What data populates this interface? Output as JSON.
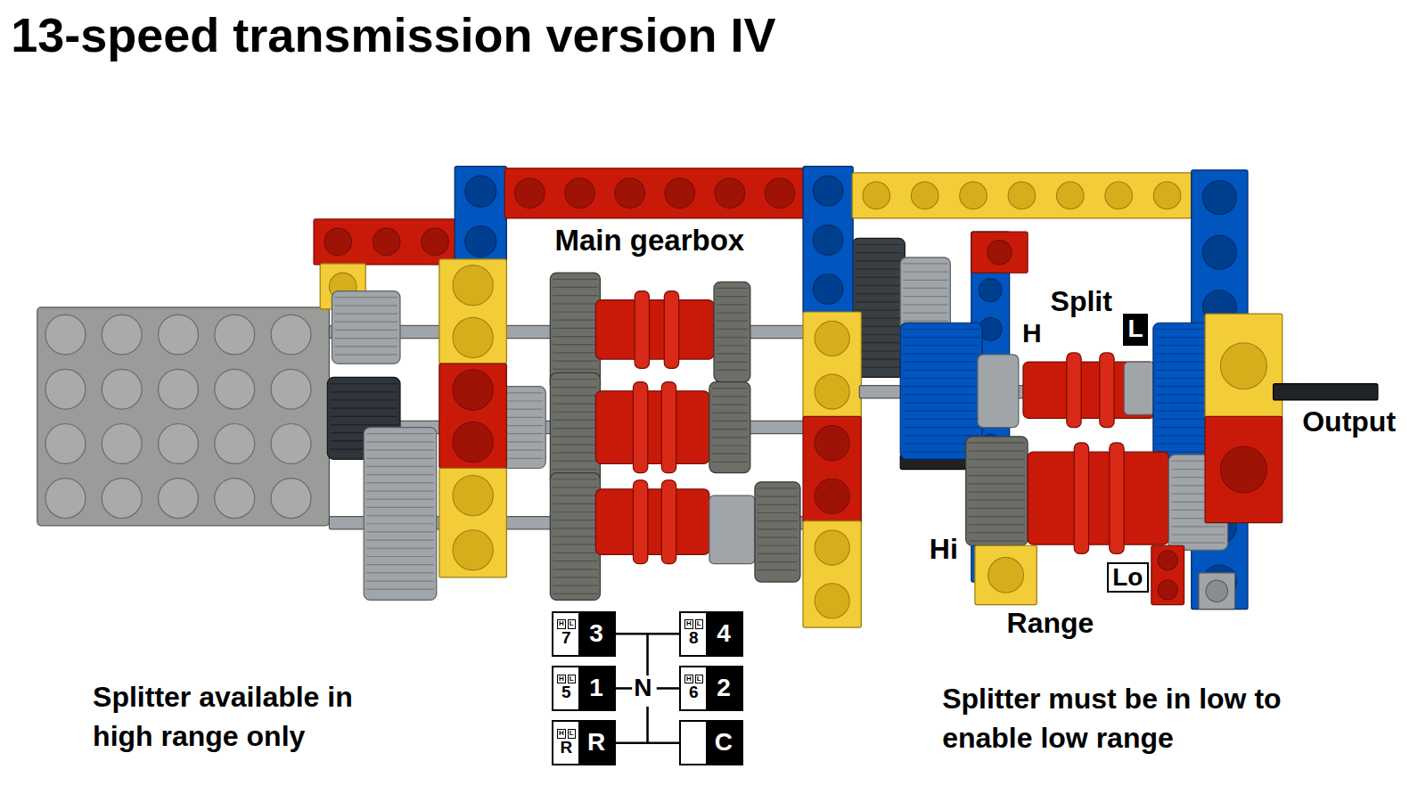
{
  "diagram": {
    "title": "13-speed transmission version IV",
    "nodes": [
      {
        "text": [
          "L"
        ]
      },
      {
        "text": [
          "Lo"
        ]
      },
      {
        "text": [
          "7",
          "H",
          "L",
          "3"
        ]
      },
      {
        "text": [
          "8",
          "H",
          "L",
          "4"
        ]
      },
      {
        "text": [
          "5",
          "H",
          "L",
          "1"
        ]
      },
      {
        "text": [
          "6",
          "H",
          "L",
          "2"
        ]
      },
      {
        "text": [
          "R",
          "H",
          "L",
          "R"
        ]
      },
      {
        "text": [
          "C"
        ]
      }
    ],
    "labels": [
      "Main gearbox",
      "Split",
      "H",
      "Output",
      "Hi",
      "Range",
      "Splitter available in high range only",
      "N",
      "Splitter must be in low to enable low range"
    ]
  }
}
